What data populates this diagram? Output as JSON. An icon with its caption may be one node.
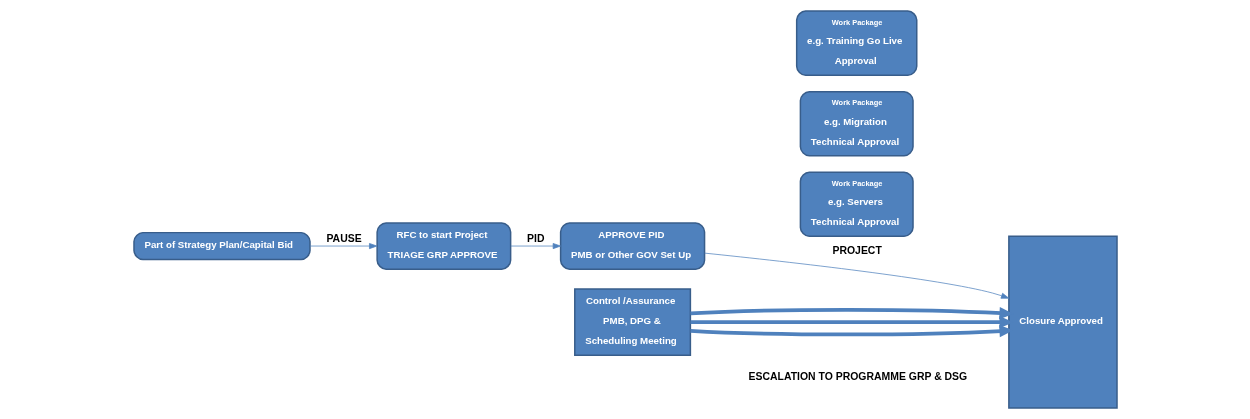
{
  "diagram": {
    "nodes": [
      {
        "text": [
          "Part of Strategy Plan/Capital Bid"
        ]
      },
      {
        "text": [
          "RFC to start Project",
          "TRIAGE GRP APPROVE"
        ]
      },
      {
        "text": [
          "APPROVE PID",
          "PMB or Other GOV Set Up"
        ]
      },
      {
        "text": [
          "Work Package",
          "e.g. Servers",
          "Technical Approval"
        ]
      },
      {
        "text": [
          "Work Package",
          "e.g. Migration",
          "Technical Approval"
        ]
      },
      {
        "text": [
          "Work Package",
          "e.g. Training Go Live",
          "Approval"
        ]
      },
      {
        "text": [
          "Closure Approved"
        ]
      },
      {
        "text": [
          "Control /Assurance",
          "PMB, DPG &",
          "Scheduling Meeting"
        ]
      }
    ],
    "edges": [
      {
        "from": 0,
        "to": 1,
        "arrow": "to",
        "label": "PAUSE"
      },
      {
        "from": 1,
        "to": 2,
        "arrow": "to",
        "label": "PID"
      },
      {
        "from": 2,
        "to": 6,
        "arrow": "to",
        "label": "PROJECT"
      },
      {
        "from": 7,
        "to": 6,
        "arrow": "to",
        "style": "thick"
      },
      {
        "from": 7,
        "to": 6,
        "arrow": "to",
        "style": "thick"
      },
      {
        "from": 7,
        "to": 6,
        "arrow": "to",
        "style": "thick"
      }
    ],
    "labels": [
      "ESCALATION TO PROGRAMME GRP & DSG"
    ]
  }
}
